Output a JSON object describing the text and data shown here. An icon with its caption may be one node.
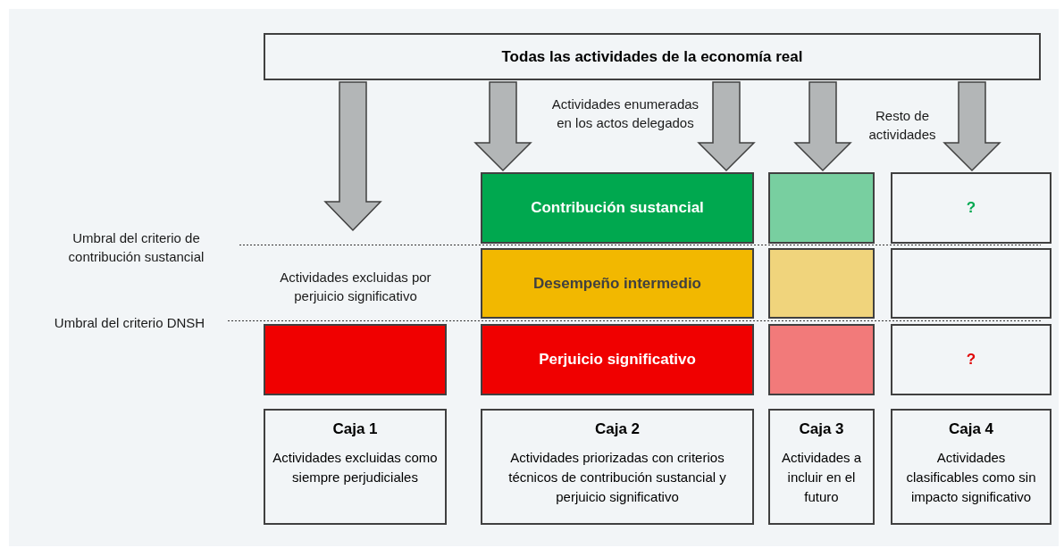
{
  "diagram": {
    "nodes": [
      {
        "text": [
          "Todas las actividades de la economía real"
        ]
      },
      {
        "text": [],
        "shape": "box"
      },
      {
        "text": [
          "Contribución sustancial"
        ]
      },
      {
        "text": [
          "Desempeño intermedio"
        ]
      },
      {
        "text": [
          "Perjuicio significativo"
        ]
      },
      {
        "text": [],
        "shape": "box"
      },
      {
        "text": [],
        "shape": "box"
      },
      {
        "text": [],
        "shape": "box"
      },
      {
        "text": [
          "?"
        ]
      },
      {
        "text": [],
        "shape": "box"
      },
      {
        "text": [
          "?"
        ]
      },
      {
        "text": [
          "Caja 1",
          "Actividades excluidas como siempre perjudiciales"
        ]
      },
      {
        "text": [
          "Caja 2",
          "Actividades priorizadas con criterios técnicos de contribución sustancial y perjuicio significativo"
        ]
      },
      {
        "text": [
          "Caja 3",
          "Actividades a incluir en el futuro"
        ]
      },
      {
        "text": [
          "Caja 4",
          "Actividades clasificables como sin impacto significativo"
        ]
      }
    ],
    "edges": [
      {
        "from": 0,
        "to": null,
        "arrow": "to"
      },
      {
        "from": 0,
        "to": 2,
        "arrow": "to"
      },
      {
        "from": 0,
        "to": 2,
        "arrow": "to"
      },
      {
        "from": 0,
        "to": 5,
        "arrow": "to"
      },
      {
        "from": 0,
        "to": 8,
        "arrow": "to"
      }
    ],
    "labels": [
      "Actividades enumeradas en los actos delegados",
      "Resto de actividades",
      "Umbral del criterio de contribución sustancial",
      "Actividades excluidas por perjuicio significativo",
      "Umbral del criterio DNSH"
    ]
  }
}
